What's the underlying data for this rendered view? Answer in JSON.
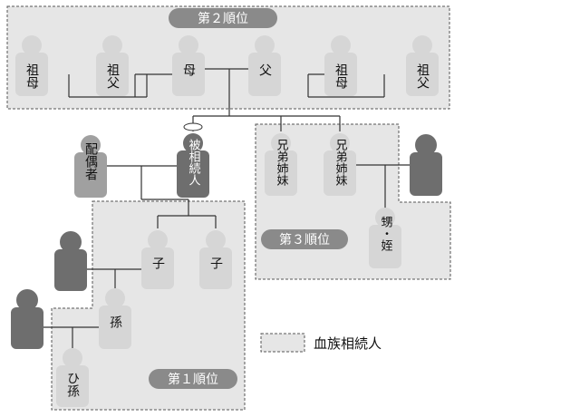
{
  "rank_labels": {
    "rank2": "第２順位",
    "rank1": "第１順位",
    "rank3": "第３順位"
  },
  "people": {
    "grandmother_paternal": "祖母",
    "grandfather_paternal": "祖父",
    "mother": "母",
    "father": "父",
    "grandmother_maternal": "祖母",
    "grandfather_maternal": "祖父",
    "spouse": "配偶者",
    "decedent": "被相続人",
    "sibling_1": "兄弟姉妹",
    "sibling_2": "兄弟姉妹",
    "nephew_niece": "甥・姪",
    "child_1": "子",
    "child_2": "子",
    "grandchild": "孫",
    "great_grandchild": "ひ孫"
  },
  "legend": {
    "label": "血族相続人"
  },
  "colors": {
    "relative_fill": "#d6d6d6",
    "decedent_fill": "#6e6e6e",
    "in_law_fill": "#6e6e6e",
    "spouse_fill": "#a0a0a0",
    "area_fill": "#e6e6e6",
    "badge_fill": "#8a8a8a",
    "line": "#333333"
  }
}
